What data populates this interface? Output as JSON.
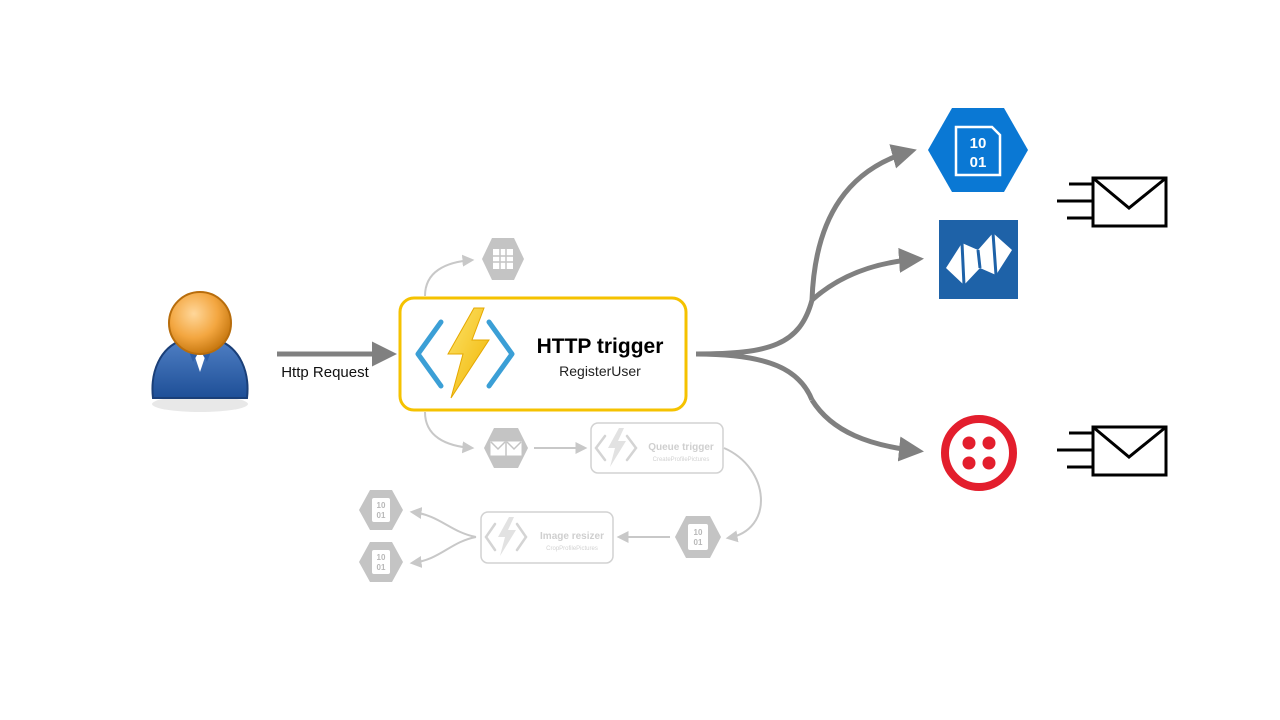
{
  "user_arrow_label": "Http Request",
  "main_function": {
    "title": "HTTP trigger",
    "subtitle": "RegisterUser"
  },
  "queue_function": {
    "title": "Queue trigger",
    "subtitle": "CreateProfilePictures"
  },
  "resizer_function": {
    "title": "Image resizer",
    "subtitle": "CropProfilePictures"
  },
  "blob_text": "10\n01",
  "icons": {
    "user": "user-avatar-icon",
    "function": "azure-function-bolt-icon",
    "table": "table-storage-icon",
    "queue": "queue-storage-icon",
    "blob": "blob-storage-icon",
    "sendgrid": "sendgrid-icon",
    "twilio": "twilio-icon",
    "email": "email-icon"
  },
  "colors": {
    "highlight_border": "#f5c200",
    "arrow": "#808080",
    "faded": "#cccccc",
    "azure_blue": "#0a78d4",
    "sendgrid_blue": "#1e62a8",
    "twilio_red": "#e31e2d",
    "bolt_yellow": "#fcd116",
    "bracket_blue": "#3b9fd6"
  }
}
